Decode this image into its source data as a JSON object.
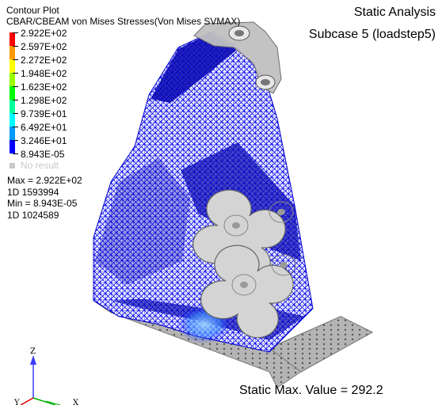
{
  "header": {
    "plot_title": "Contour Plot",
    "plot_subtitle": "CBAR/CBEAM von Mises Stresses(Von Mises SVMAX)",
    "analysis_title": "Static Analysis",
    "subcase": "Subcase 5 (loadstep5)"
  },
  "legend": {
    "levels": [
      {
        "label": "2.922E+02",
        "color": "#ff0000"
      },
      {
        "label": "2.597E+02",
        "color": "#ff9900"
      },
      {
        "label": "2.272E+02",
        "color": "#ffff00"
      },
      {
        "label": "1.948E+02",
        "color": "#99ff00"
      },
      {
        "label": "1.623E+02",
        "color": "#00ff00"
      },
      {
        "label": "1.298E+02",
        "color": "#00ff99"
      },
      {
        "label": "9.739E+01",
        "color": "#00ffff"
      },
      {
        "label": "6.492E+01",
        "color": "#0099ff"
      },
      {
        "label": "3.246E+01",
        "color": "#0000ff"
      },
      {
        "label": "8.943E-05",
        "color": "#0000aa"
      }
    ],
    "no_result_label": "No result",
    "no_result_color": "#c8c8c8"
  },
  "stats": {
    "max_line": "Max = 2.922E+02",
    "max_element": "1D 1593994",
    "min_line": "Min = 8.943E-05",
    "min_element": "1D 1024589"
  },
  "footer": {
    "max_value_text": "Static Max. Value =  292.2"
  },
  "triad": {
    "z_label": "Z",
    "x_label": "X",
    "y_label": "Y"
  },
  "colors": {
    "mesh_blue": "#0000ee",
    "mesh_dark": "#000066",
    "hot_spot": "#5fb0ff",
    "plate_gray": "#b4b4b4",
    "disc_gray": "#d4d4d4"
  }
}
